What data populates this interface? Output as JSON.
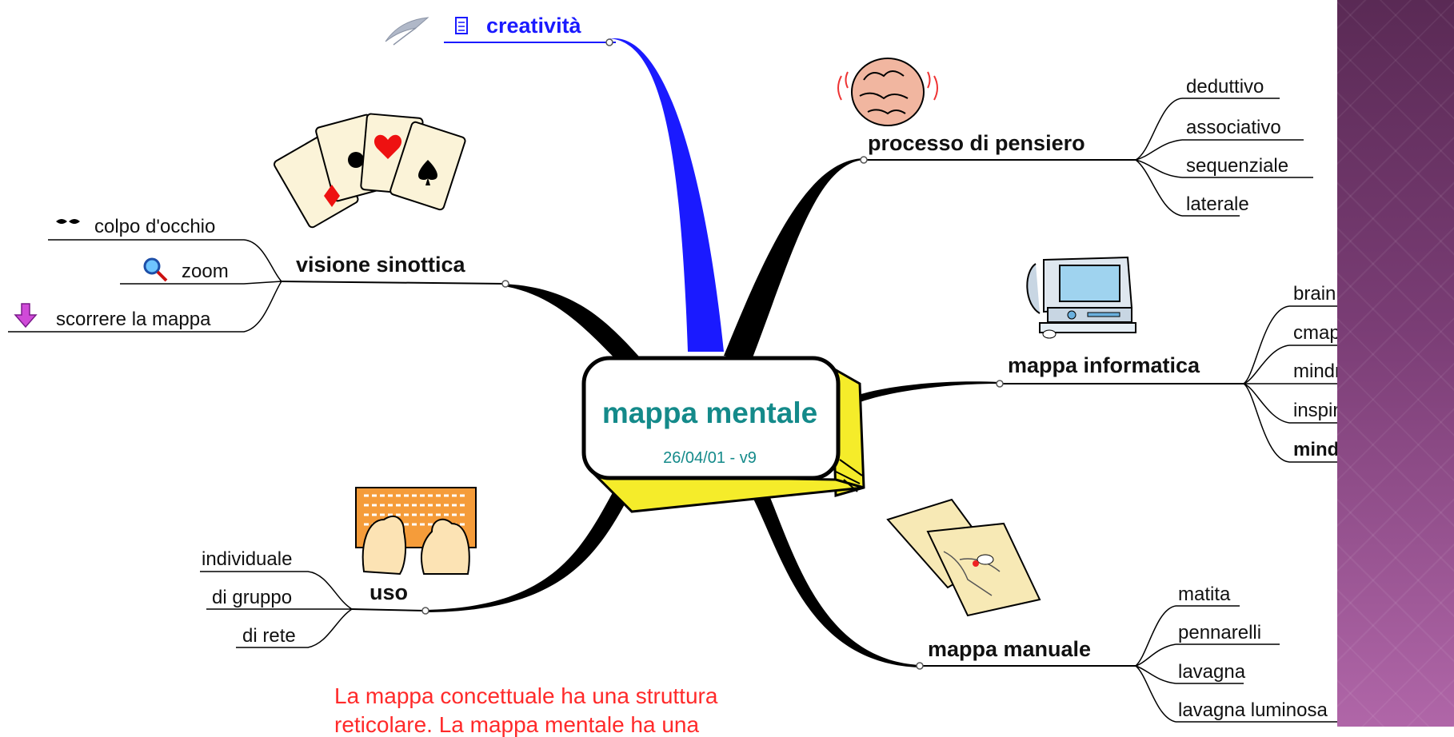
{
  "center": {
    "title": "mappa mentale",
    "version": "26/04/01 - v9"
  },
  "creativita": {
    "label": "creatività"
  },
  "visione": {
    "label": "visione sinottica",
    "items": [
      "colpo d'occhio",
      "zoom",
      "scorrere la mappa"
    ]
  },
  "processo": {
    "label": "processo di pensiero",
    "items": [
      "deduttivo",
      "associativo",
      "sequenziale",
      "laterale"
    ]
  },
  "informatica": {
    "label": "mappa informatica",
    "items": [
      "brain",
      "cmaps",
      "mindmapper",
      "inspiration",
      "mindmanager"
    ]
  },
  "uso": {
    "label": "uso",
    "items": [
      "individuale",
      "di gruppo",
      "di rete"
    ]
  },
  "manuale": {
    "label": "mappa manuale",
    "items": [
      "matita",
      "pennarelli",
      "lavagna",
      "lavagna luminosa"
    ]
  },
  "note": {
    "line1": "La mappa concettuale ha una struttura",
    "line2": "reticolare. La mappa mentale ha una"
  },
  "colors": {
    "accent": "#1a1aff",
    "center_text": "#148a8a",
    "note": "#ff2a2a",
    "box3d": "#f5ec2a"
  }
}
